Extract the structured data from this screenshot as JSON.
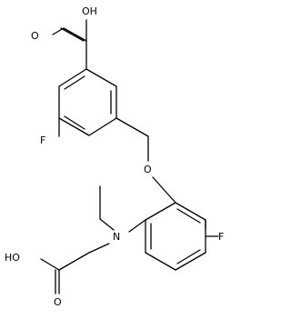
{
  "molecule": {
    "atom_labels": {
      "top_oh": "OH",
      "top_o": "O",
      "upper_f": "F",
      "ether_o": "O",
      "amine_n": "N",
      "right_f": "F",
      "bottom_ho": "HO",
      "bottom_o": "O"
    }
  }
}
